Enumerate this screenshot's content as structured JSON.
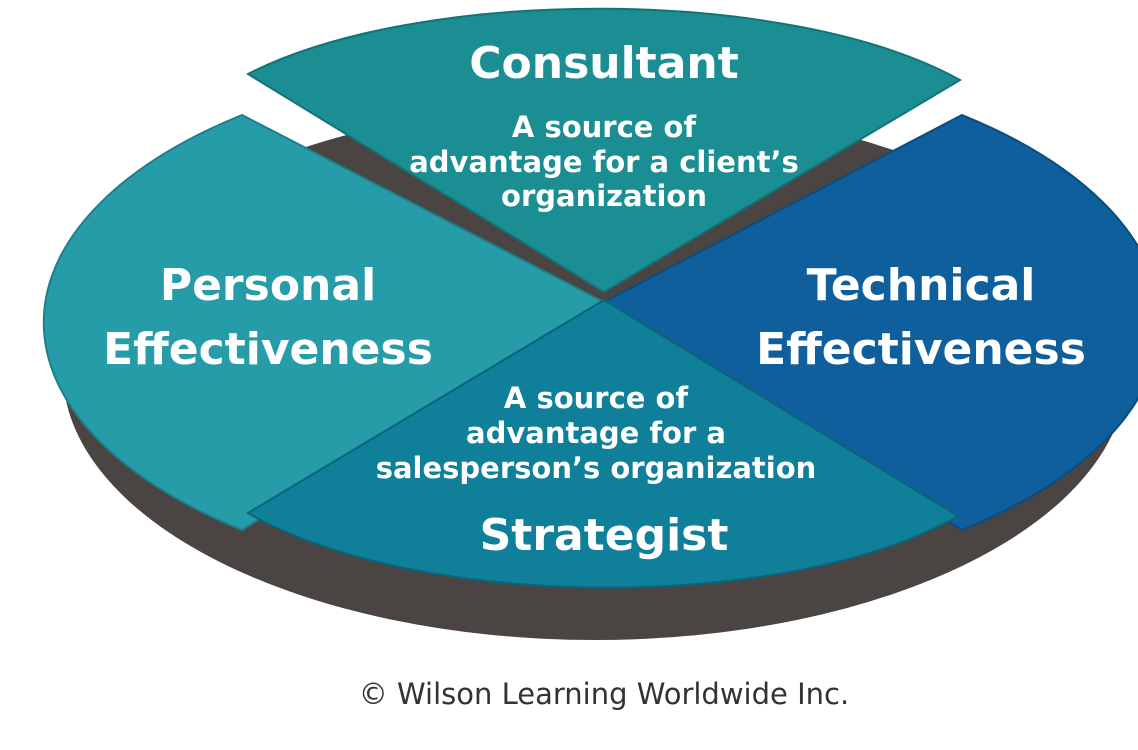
{
  "segments": {
    "top": {
      "title": "Consultant",
      "lines": [
        "A source of",
        "advantage for a client’s",
        "organization"
      ],
      "color": "#1a8e92"
    },
    "left": {
      "lines": [
        "Personal",
        "Effectiveness"
      ],
      "color": "#279ca9"
    },
    "right": {
      "lines": [
        "Technical",
        "Effectiveness"
      ],
      "color": "#0e5f9b"
    },
    "bottom": {
      "title": "Strategist",
      "lines": [
        "A source of",
        "advantage for a",
        "salesperson’s organization"
      ],
      "color": "#0f7f9a"
    }
  },
  "base_color": "#4a4542",
  "copyright": "© Wilson Learning Worldwide Inc."
}
